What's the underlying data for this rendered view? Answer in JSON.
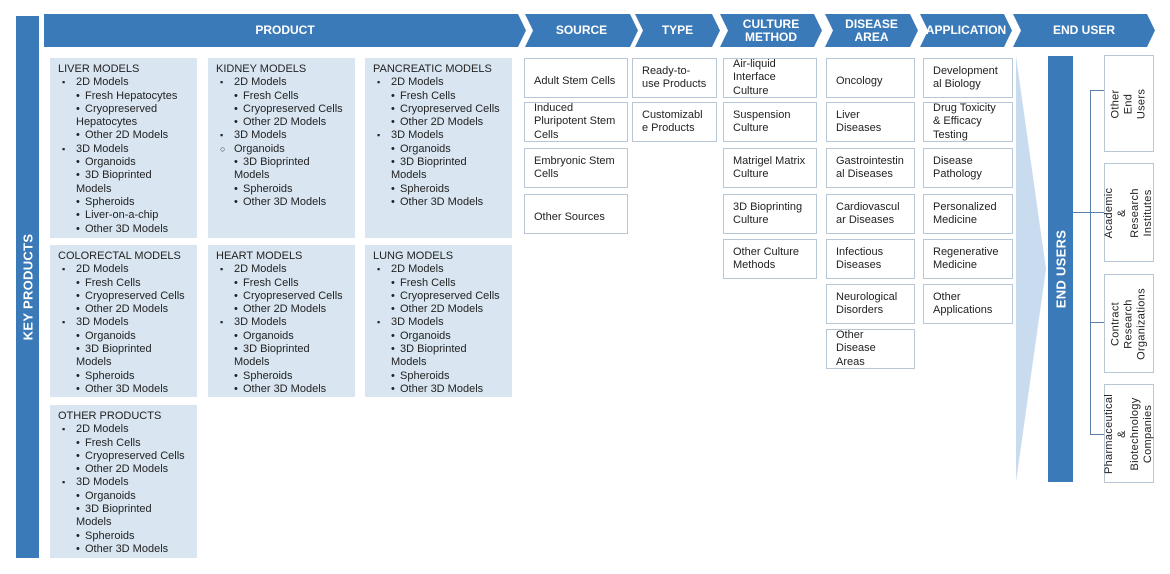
{
  "side_label": "KEY PRODUCTS",
  "headers": [
    "PRODUCT",
    "SOURCE",
    "TYPE",
    "CULTURE\nMETHOD",
    "DISEASE AREA",
    "APPLICATION",
    "END USER"
  ],
  "products": [
    {
      "title": "LIVER MODELS",
      "items": [
        {
          "t": "2D Models",
          "l": 1
        },
        {
          "t": "Fresh Hepatocytes",
          "l": 2
        },
        {
          "t": "Cryopreserved Hepatocytes",
          "l": 2
        },
        {
          "t": "Other 2D Models",
          "l": 2
        },
        {
          "t": "3D Models",
          "l": 1
        },
        {
          "t": "Organoids",
          "l": 2
        },
        {
          "t": "3D Bioprinted Models",
          "l": 2
        },
        {
          "t": "Spheroids",
          "l": 2
        },
        {
          "t": "Liver-on-a-chip",
          "l": 2
        },
        {
          "t": "Other 3D Models",
          "l": 2
        }
      ]
    },
    {
      "title": "KIDNEY MODELS",
      "items": [
        {
          "t": "2D Models",
          "l": 1
        },
        {
          "t": "Fresh Cells",
          "l": 2
        },
        {
          "t": "Cryopreserved Cells",
          "l": 2
        },
        {
          "t": "Other 2D Models",
          "l": 2
        },
        {
          "t": "3D Models",
          "l": 1
        },
        {
          "t": "Organoids",
          "l": 1,
          "circle": true
        },
        {
          "t": "3D Bioprinted Models",
          "l": 2
        },
        {
          "t": "Spheroids",
          "l": 2
        },
        {
          "t": "Other 3D Models",
          "l": 2
        }
      ]
    },
    {
      "title": "PANCREATIC MODELS",
      "items": [
        {
          "t": "2D Models",
          "l": 1
        },
        {
          "t": "Fresh Cells",
          "l": 2
        },
        {
          "t": "Cryopreserved Cells",
          "l": 2
        },
        {
          "t": "Other 2D Models",
          "l": 2
        },
        {
          "t": "3D Models",
          "l": 1
        },
        {
          "t": "Organoids",
          "l": 2
        },
        {
          "t": "3D Bioprinted Models",
          "l": 2
        },
        {
          "t": "Spheroids",
          "l": 2
        },
        {
          "t": "Other 3D Models",
          "l": 2
        }
      ]
    },
    {
      "title": "COLORECTAL MODELS",
      "items": [
        {
          "t": "2D Models",
          "l": 1
        },
        {
          "t": "Fresh Cells",
          "l": 2
        },
        {
          "t": "Cryopreserved Cells",
          "l": 2
        },
        {
          "t": "Other 2D Models",
          "l": 2
        },
        {
          "t": "3D Models",
          "l": 1
        },
        {
          "t": "Organoids",
          "l": 2
        },
        {
          "t": "3D Bioprinted Models",
          "l": 2
        },
        {
          "t": "Spheroids",
          "l": 2
        },
        {
          "t": "Other 3D Models",
          "l": 2
        }
      ]
    },
    {
      "title": "HEART MODELS",
      "items": [
        {
          "t": "2D Models",
          "l": 1
        },
        {
          "t": "Fresh Cells",
          "l": 2
        },
        {
          "t": "Cryopreserved Cells",
          "l": 2
        },
        {
          "t": "Other 2D Models",
          "l": 2
        },
        {
          "t": "3D Models",
          "l": 1
        },
        {
          "t": "Organoids",
          "l": 2
        },
        {
          "t": "3D Bioprinted Models",
          "l": 2
        },
        {
          "t": "Spheroids",
          "l": 2
        },
        {
          "t": "Other 3D Models",
          "l": 2
        }
      ]
    },
    {
      "title": "LUNG MODELS",
      "items": [
        {
          "t": "2D Models",
          "l": 1
        },
        {
          "t": "Fresh Cells",
          "l": 2
        },
        {
          "t": "Cryopreserved Cells",
          "l": 2
        },
        {
          "t": "Other 2D Models",
          "l": 2
        },
        {
          "t": "3D Models",
          "l": 1
        },
        {
          "t": "Organoids",
          "l": 2
        },
        {
          "t": "3D Bioprinted Models",
          "l": 2
        },
        {
          "t": "Spheroids",
          "l": 2
        },
        {
          "t": "Other 3D Models",
          "l": 2
        }
      ]
    },
    {
      "title": "OTHER PRODUCTS",
      "items": [
        {
          "t": "2D Models",
          "l": 1
        },
        {
          "t": "Fresh Cells",
          "l": 2
        },
        {
          "t": "Cryopreserved Cells",
          "l": 2
        },
        {
          "t": "Other 2D Models",
          "l": 2
        },
        {
          "t": "3D Models",
          "l": 1
        },
        {
          "t": "Organoids",
          "l": 2
        },
        {
          "t": "3D Bioprinted Models",
          "l": 2
        },
        {
          "t": "Spheroids",
          "l": 2
        },
        {
          "t": "Other 3D Models",
          "l": 2
        }
      ]
    }
  ],
  "source": [
    "Adult Stem Cells",
    "Induced Pluripotent Stem Cells",
    "Embryonic Stem Cells",
    "Other Sources"
  ],
  "type": [
    "Ready-to-use Products",
    "Customizable Products"
  ],
  "culture_method": [
    "Air-liquid Interface Culture",
    "Suspension Culture",
    "Matrigel Matrix Culture",
    "3D Bioprinting Culture",
    "Other Culture Methods"
  ],
  "disease_area": [
    "Oncology",
    "Liver Diseases",
    "Gastrointestinal Diseases",
    "Cardiovascular Diseases",
    "Infectious Diseases",
    "Neurological Disorders",
    "Other Disease Areas"
  ],
  "application": [
    "Developmental Biology",
    "Drug Toxicity & Efficacy Testing",
    "Disease Pathology",
    "Personalized Medicine",
    "Regenerative Medicine",
    "Other Applications"
  ],
  "end_users_label": "END USERS",
  "end_users": [
    "Other End Users",
    "Academic &\nResearch\nInstitutes",
    "Contract\nResearch\nOrganizations",
    "Pharmaceutical &\nBiotechnology\nCompanies"
  ],
  "colors": {
    "primary": "#3a7ab8",
    "product_bg": "#d9e6f2",
    "box_border": "#b8c7d6",
    "funnel": "#c9dcef"
  }
}
